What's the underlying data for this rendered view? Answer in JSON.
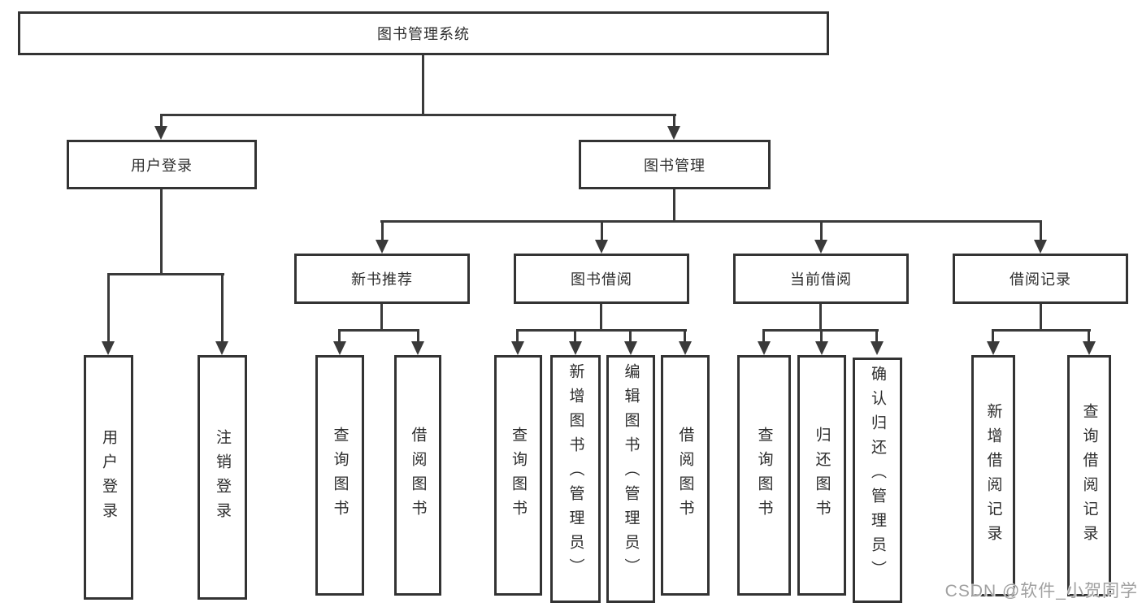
{
  "diagram": {
    "title": "图书管理系统",
    "type": "hierarchy-tree",
    "hierarchy": {
      "图书管理系统": {
        "用户登录": [
          "用户登录",
          "注销登录"
        ],
        "图书管理": {
          "新书推荐": [
            "查询图书",
            "借阅图书"
          ],
          "图书借阅": [
            "查询图书",
            "新增图书（管理员）",
            "编辑图书（管理员）",
            "借阅图书"
          ],
          "当前借阅": [
            "查询图书",
            "归还图书",
            "确认归还（管理员）"
          ],
          "借阅记录": [
            "新增借阅记录",
            "查询借阅记录"
          ]
        }
      }
    }
  },
  "nodes": {
    "root": {
      "label": "图书管理系统"
    },
    "user_login": {
      "label": "用户登录"
    },
    "book_mgmt": {
      "label": "图书管理"
    },
    "new_book_rec": {
      "label": "新书推荐"
    },
    "book_borrow": {
      "label": "图书借阅"
    },
    "current_borrow": {
      "label": "当前借阅"
    },
    "borrow_record": {
      "label": "借阅记录"
    },
    "leaf_user_login": {
      "label": "用户登录"
    },
    "leaf_logout": {
      "label": "注销登录"
    },
    "leaf_query_book_1": {
      "label": "查询图书"
    },
    "leaf_borrow_book_1": {
      "label": "借阅图书"
    },
    "leaf_query_book_2": {
      "label": "查询图书"
    },
    "leaf_add_book": {
      "label": "新增图书（管理员）"
    },
    "leaf_edit_book": {
      "label": "编辑图书（管理员）"
    },
    "leaf_borrow_book_2": {
      "label": "借阅图书"
    },
    "leaf_query_book_3": {
      "label": "查询图书"
    },
    "leaf_return_book": {
      "label": "归还图书"
    },
    "leaf_confirm_return": {
      "label": "确认归还（管理员）"
    },
    "leaf_add_record": {
      "label": "新增借阅记录"
    },
    "leaf_query_record": {
      "label": "查询借阅记录"
    }
  },
  "colors": {
    "line": "#3a3a3a",
    "border": "#333333",
    "text": "#2d2d2d",
    "watermark": "#a0a0a0",
    "background": "#ffffff"
  },
  "watermark": {
    "text": "CSDN @软件_小贺同学"
  }
}
